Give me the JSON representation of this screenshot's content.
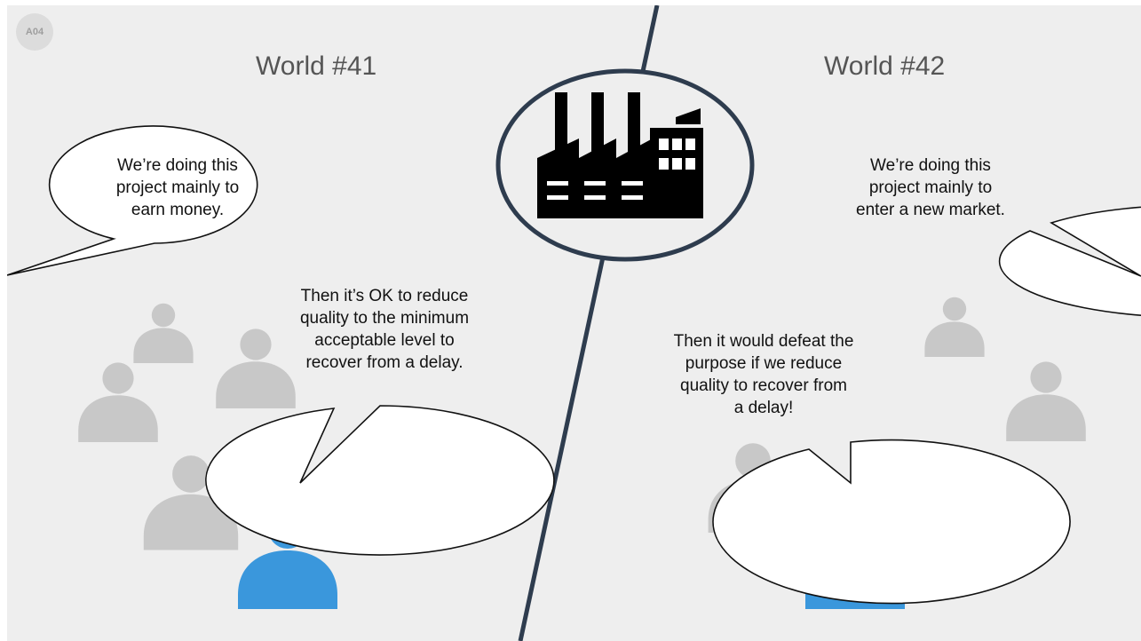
{
  "slide": {
    "badge": "A04",
    "left_world": {
      "title": "World #41",
      "statement": "We’re doing this\nproject mainly to\nearn money.",
      "response": "Then it’s OK to reduce\nquality to the minimum\nacceptable level to\nrecover from a delay."
    },
    "right_world": {
      "title": "World #42",
      "statement": "We’re doing this\nproject mainly to\nenter a new market.",
      "response": "Then it would defeat the\npurpose if we reduce\nquality to recover from\na delay!"
    }
  },
  "icons": {
    "center": "factory-icon",
    "people": "person-icon"
  },
  "colors": {
    "background": "#eeeeee",
    "divider": "#2e3c4e",
    "person_gray": "#c8c8c8",
    "person_highlight": "#3a97dc",
    "bubble_fill": "#ffffff",
    "bubble_stroke": "#111111"
  }
}
